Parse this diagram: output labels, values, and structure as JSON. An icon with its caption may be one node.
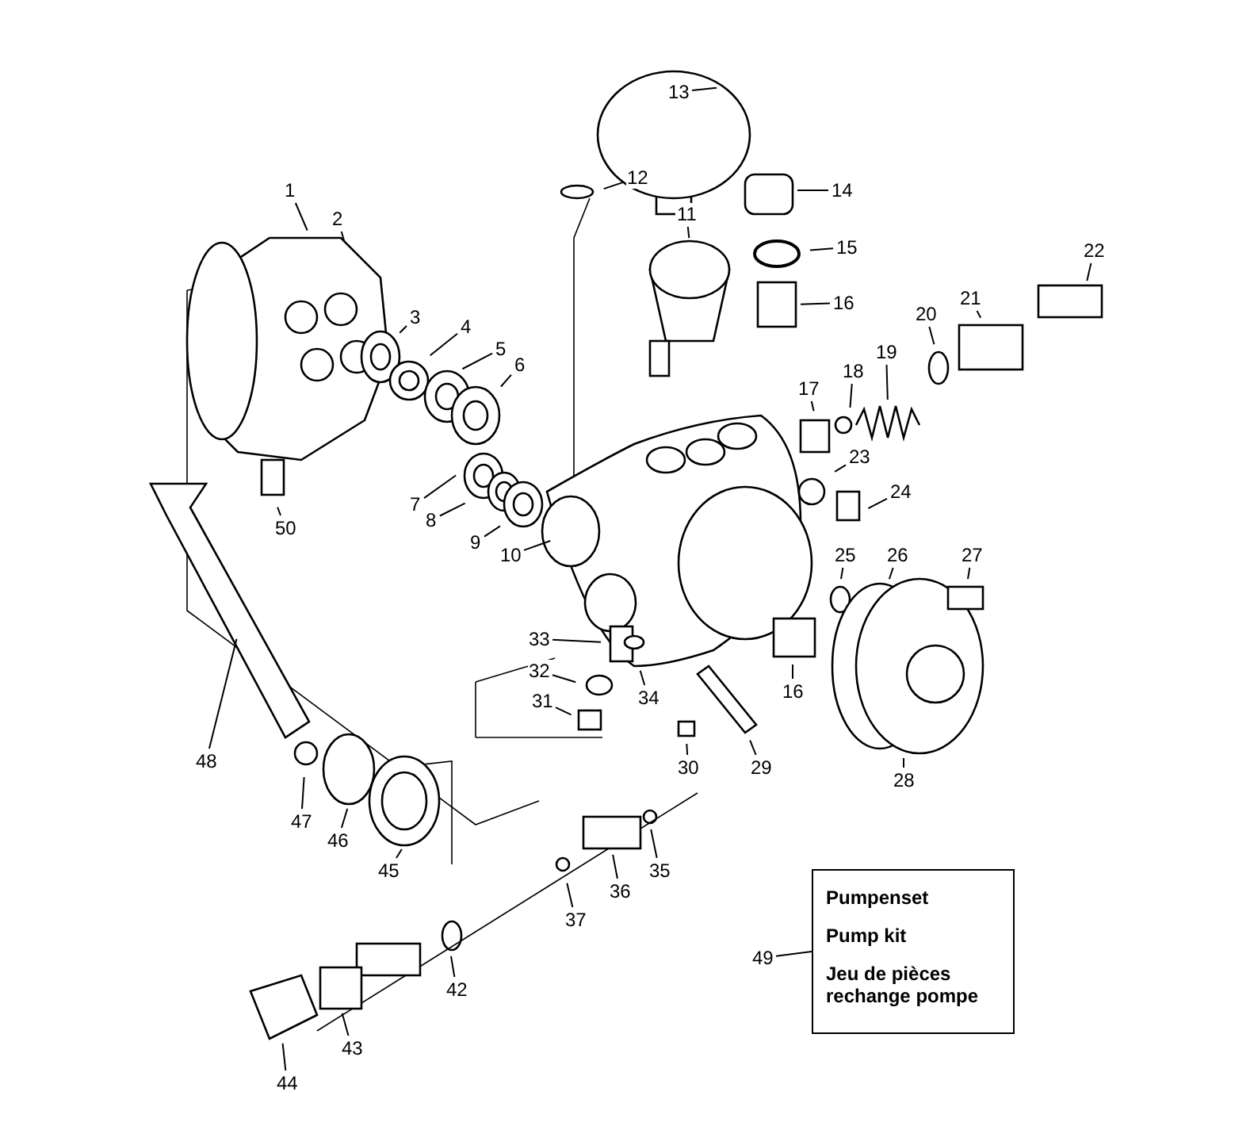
{
  "diagram": {
    "nodes": [
      {
        "text": [
          "1"
        ]
      },
      {
        "text": [
          "2"
        ]
      },
      {
        "text": [
          "3"
        ]
      },
      {
        "text": [
          "4"
        ]
      },
      {
        "text": [
          "5"
        ]
      },
      {
        "text": [
          "6"
        ]
      },
      {
        "text": [
          "7"
        ]
      },
      {
        "text": [
          "8"
        ]
      },
      {
        "text": [
          "9"
        ]
      },
      {
        "text": [
          "10"
        ]
      },
      {
        "text": [
          "11"
        ]
      },
      {
        "text": [
          "12"
        ]
      },
      {
        "text": [
          "13"
        ]
      },
      {
        "text": [
          "14"
        ]
      },
      {
        "text": [
          "15"
        ]
      },
      {
        "text": [
          "16"
        ]
      },
      {
        "text": [
          "17"
        ]
      },
      {
        "text": [
          "18"
        ]
      },
      {
        "text": [
          "19"
        ]
      },
      {
        "text": [
          "20"
        ]
      },
      {
        "text": [
          "21"
        ]
      },
      {
        "text": [
          "22"
        ]
      },
      {
        "text": [
          "23"
        ]
      },
      {
        "text": [
          "24"
        ]
      },
      {
        "text": [
          "25"
        ]
      },
      {
        "text": [
          "26"
        ]
      },
      {
        "text": [
          "27"
        ]
      },
      {
        "text": [
          "28"
        ]
      },
      {
        "text": [
          "29"
        ]
      },
      {
        "text": [
          "30"
        ]
      },
      {
        "text": [
          "31"
        ]
      },
      {
        "text": [
          "32"
        ]
      },
      {
        "text": [
          "33"
        ]
      },
      {
        "text": [
          "34"
        ]
      },
      {
        "text": [
          "16"
        ]
      },
      {
        "text": [
          "35"
        ]
      },
      {
        "text": [
          "36"
        ]
      },
      {
        "text": [
          "37"
        ]
      },
      {
        "text": [
          "42"
        ]
      },
      {
        "text": [
          "43"
        ]
      },
      {
        "text": [
          "44"
        ]
      },
      {
        "text": [
          "45"
        ]
      },
      {
        "text": [
          "46"
        ]
      },
      {
        "text": [
          "47"
        ]
      },
      {
        "text": [
          "48"
        ]
      },
      {
        "text": [
          "49"
        ]
      },
      {
        "text": [
          "50"
        ]
      },
      {
        "text": [
          "Pumpenset",
          "Pump kit",
          "Jeu de pièces rechange pompe"
        ]
      }
    ],
    "edges": [
      {
        "from": 0,
        "to": null,
        "arrow": "none"
      },
      {
        "from": 1,
        "to": null,
        "arrow": "none"
      },
      {
        "from": 2,
        "to": null,
        "arrow": "none"
      },
      {
        "from": 3,
        "to": null,
        "arrow": "none"
      },
      {
        "from": 4,
        "to": null,
        "arrow": "none"
      },
      {
        "from": 5,
        "to": null,
        "arrow": "none"
      },
      {
        "from": 6,
        "to": null,
        "arrow": "none"
      },
      {
        "from": 7,
        "to": null,
        "arrow": "none"
      },
      {
        "from": 8,
        "to": null,
        "arrow": "none"
      },
      {
        "from": 9,
        "to": null,
        "arrow": "none"
      },
      {
        "from": 10,
        "to": null,
        "arrow": "none"
      },
      {
        "from": 11,
        "to": null,
        "arrow": "none"
      },
      {
        "from": 12,
        "to": null,
        "arrow": "none"
      },
      {
        "from": 13,
        "to": null,
        "arrow": "none"
      },
      {
        "from": 14,
        "to": null,
        "arrow": "none"
      },
      {
        "from": 15,
        "to": null,
        "arrow": "none"
      },
      {
        "from": 16,
        "to": null,
        "arrow": "none"
      },
      {
        "from": 17,
        "to": null,
        "arrow": "none"
      },
      {
        "from": 18,
        "to": null,
        "arrow": "none"
      },
      {
        "from": 19,
        "to": null,
        "arrow": "none"
      },
      {
        "from": 20,
        "to": null,
        "arrow": "none"
      },
      {
        "from": 21,
        "to": null,
        "arrow": "none"
      },
      {
        "from": 22,
        "to": null,
        "arrow": "none"
      },
      {
        "from": 23,
        "to": null,
        "arrow": "none"
      },
      {
        "from": 24,
        "to": null,
        "arrow": "none"
      },
      {
        "from": 25,
        "to": null,
        "arrow": "none"
      },
      {
        "from": 26,
        "to": null,
        "arrow": "none"
      },
      {
        "from": 27,
        "to": null,
        "arrow": "none"
      },
      {
        "from": 28,
        "to": null,
        "arrow": "none"
      },
      {
        "from": 29,
        "to": null,
        "arrow": "none"
      },
      {
        "from": 30,
        "to": null,
        "arrow": "none"
      },
      {
        "from": 31,
        "to": null,
        "arrow": "none"
      },
      {
        "from": 32,
        "to": null,
        "arrow": "none"
      },
      {
        "from": 33,
        "to": null,
        "arrow": "none"
      },
      {
        "from": 34,
        "to": null,
        "arrow": "none"
      },
      {
        "from": 35,
        "to": null,
        "arrow": "none"
      },
      {
        "from": 36,
        "to": null,
        "arrow": "none"
      },
      {
        "from": 37,
        "to": null,
        "arrow": "none"
      },
      {
        "from": 38,
        "to": null,
        "arrow": "none"
      },
      {
        "from": 39,
        "to": null,
        "arrow": "none"
      },
      {
        "from": 40,
        "to": null,
        "arrow": "none"
      },
      {
        "from": 41,
        "to": null,
        "arrow": "none"
      },
      {
        "from": 42,
        "to": null,
        "arrow": "none"
      },
      {
        "from": 43,
        "to": null,
        "arrow": "none"
      },
      {
        "from": 44,
        "to": null,
        "arrow": "none"
      },
      {
        "from": 45,
        "to": 47,
        "arrow": "none"
      },
      {
        "from": 46,
        "to": null,
        "arrow": "none"
      }
    ]
  }
}
